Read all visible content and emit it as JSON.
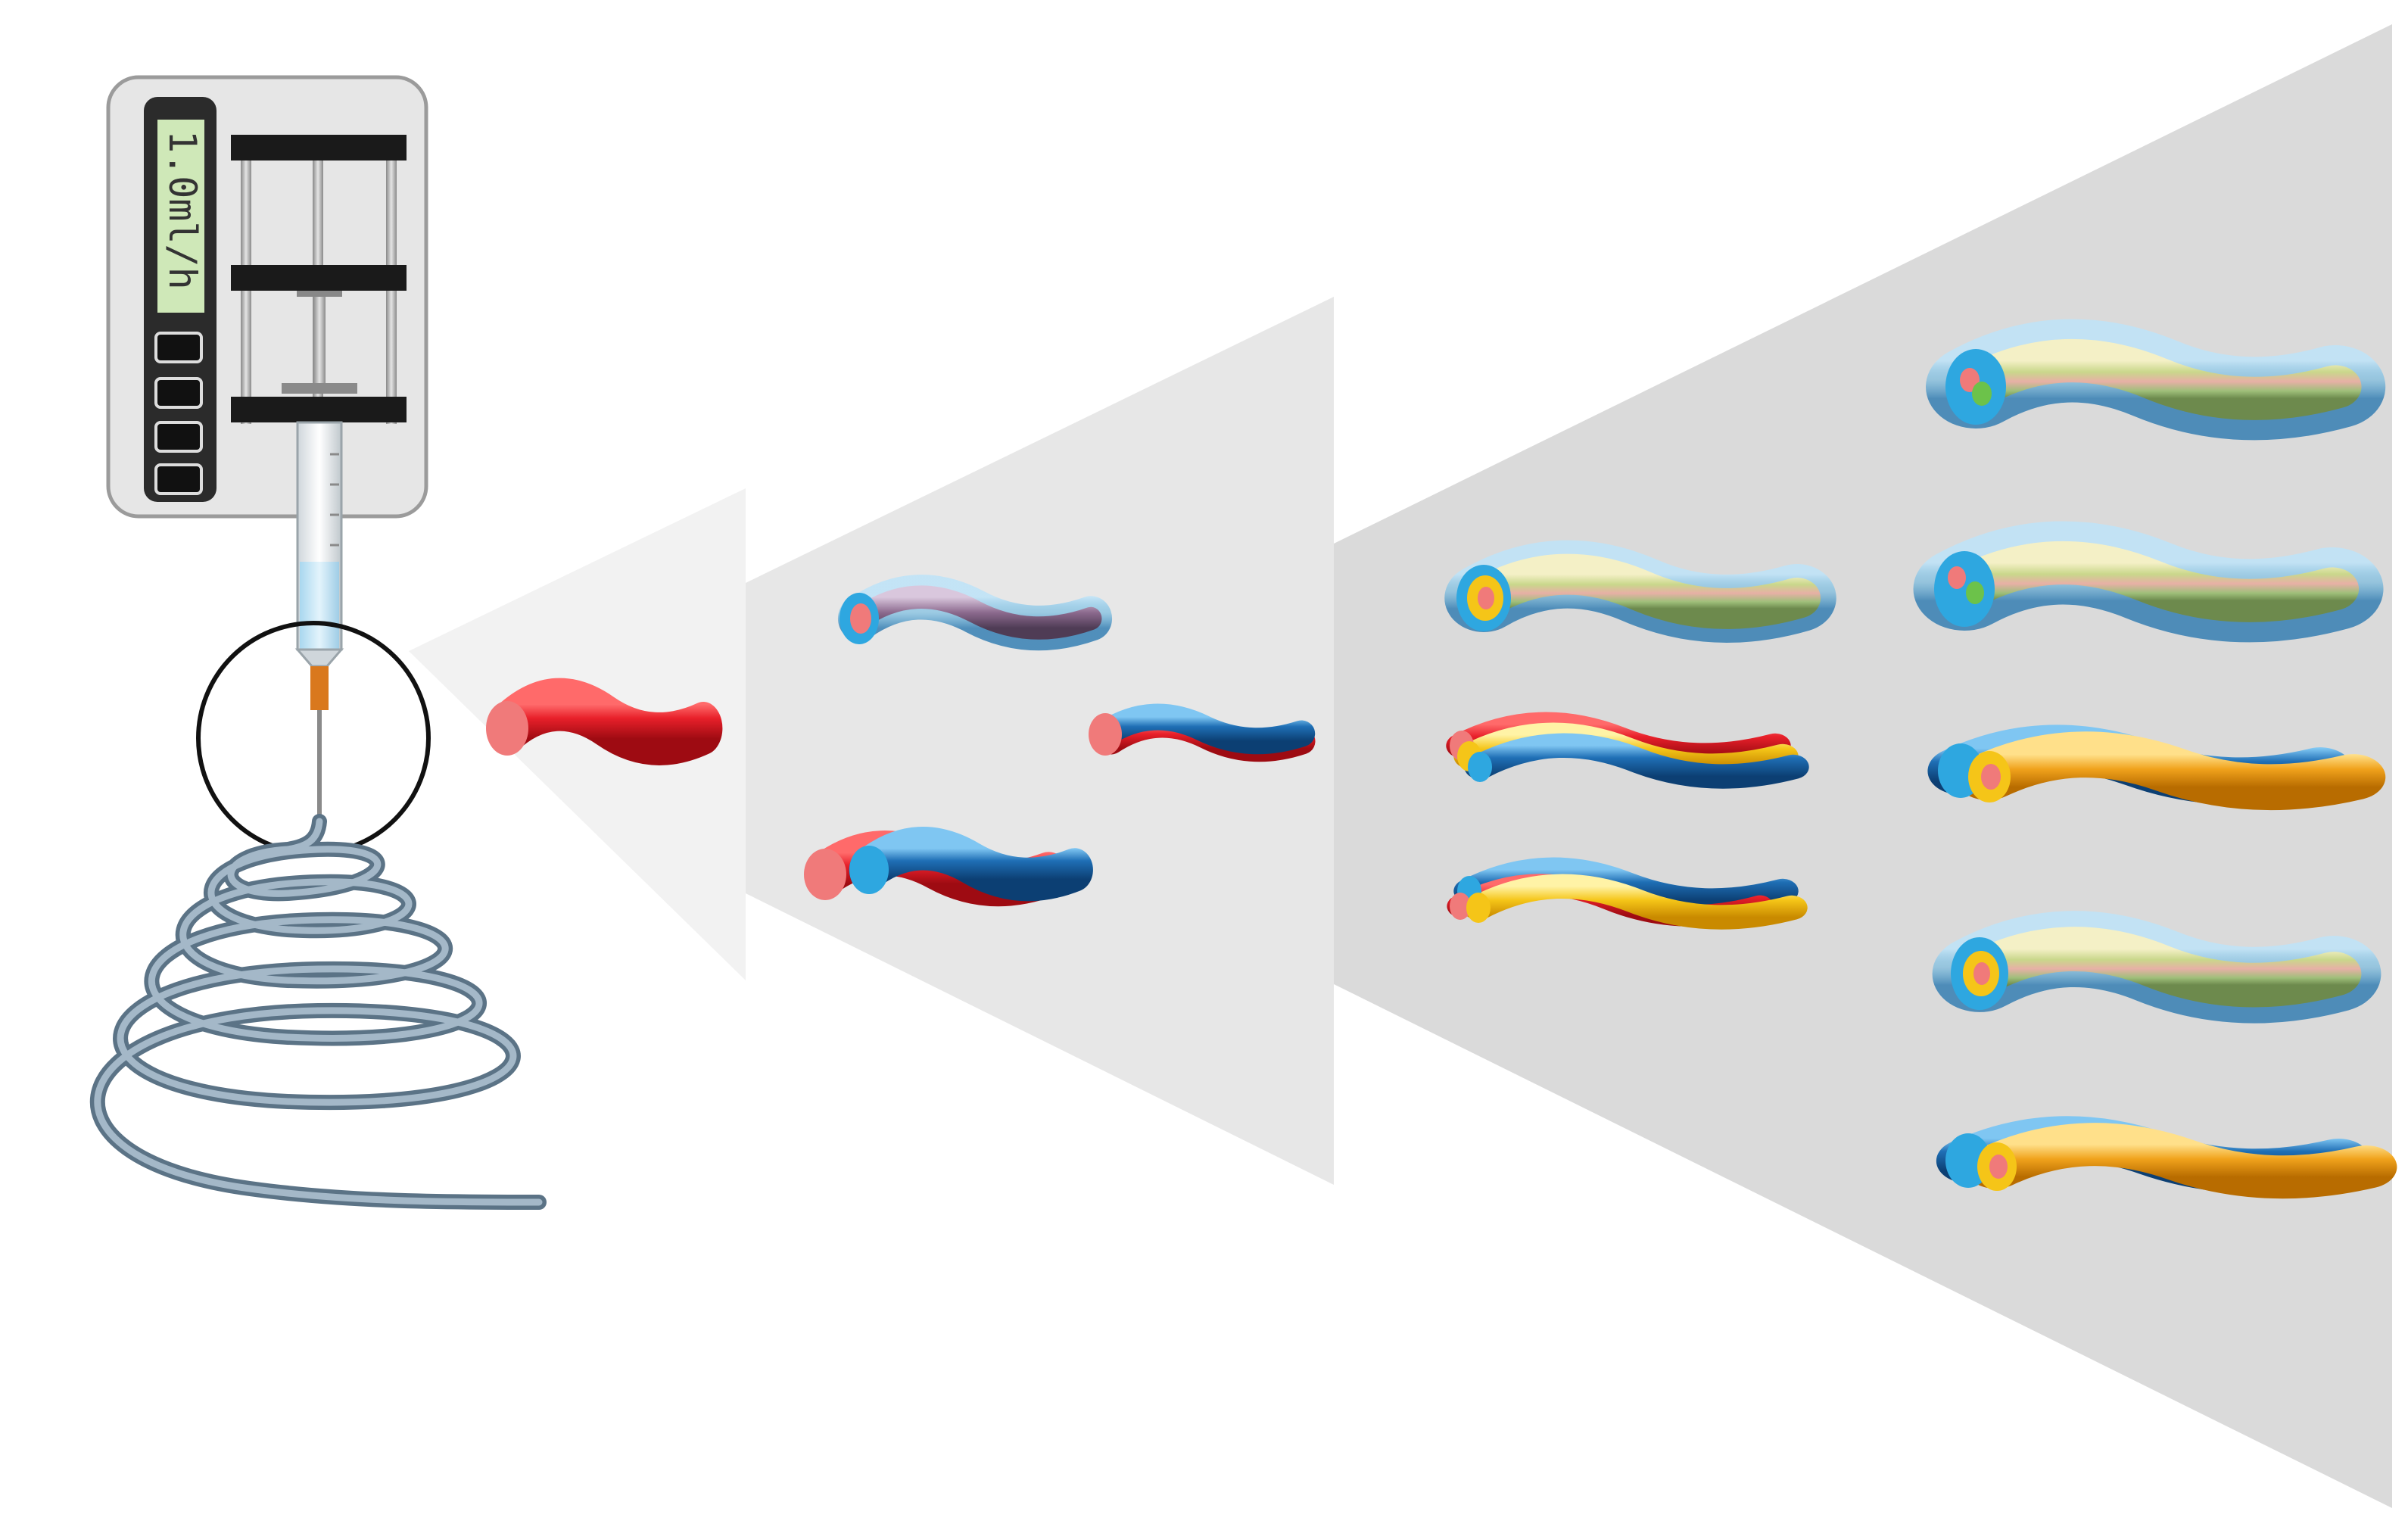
{
  "pump": {
    "display_value": "1.0ml/h",
    "button_count": 4,
    "panel_color": "#e6e6e6",
    "screen_color": "#cfe8b8"
  },
  "colors": {
    "panel_stage_1": "#f1f1f1",
    "panel_stage_2": "#e7e7e7",
    "panel_stage_3": "#dcdcdc",
    "fiber_coil": "#7f97ab",
    "red": "#e8202a",
    "blue": "#1f6fb5",
    "cyan": "#2ea7e0",
    "yellow": "#f5c518",
    "orange": "#f0a21c",
    "pink": "#f07a7a",
    "green": "#6cc24a"
  },
  "stages": [
    {
      "label": "",
      "fibers": [
        "single-red"
      ]
    },
    {
      "label": "",
      "fibers": [
        "core-shell",
        "side-by-side",
        "side-by-side-offset"
      ]
    },
    {
      "label": "",
      "fibers": [
        "triaxial",
        "three-side-by-side",
        "three-side-by-side-alt"
      ]
    },
    {
      "label": "",
      "fibers": [
        "multi-core-sheath",
        "multi-core-sheath-2",
        "core-shell-side-by-side",
        "triaxial-2",
        "core-shell-side-by-side-2"
      ]
    }
  ]
}
